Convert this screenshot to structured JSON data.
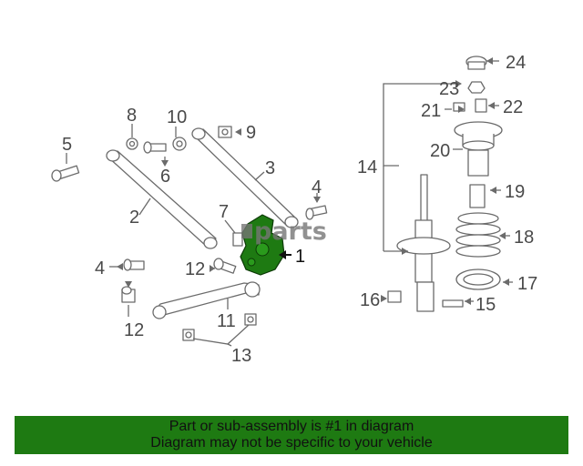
{
  "callouts": {
    "c1": "1",
    "c2": "2",
    "c3": "3",
    "c4a": "4",
    "c4b": "4",
    "c5": "5",
    "c6": "6",
    "c7": "7",
    "c8": "8",
    "c9": "9",
    "c10": "10",
    "c11": "11",
    "c12a": "12",
    "c12b": "12",
    "c13": "13",
    "c14": "14",
    "c15": "15",
    "c16": "16",
    "c17": "17",
    "c18": "18",
    "c19": "19",
    "c20": "20",
    "c21": "21",
    "c22": "22",
    "c23": "23",
    "c24": "24"
  },
  "highlighted_part": "1",
  "watermark": "parts",
  "colors": {
    "banner": "#1e7a12",
    "highlight": "#1e7a12",
    "linework": "#6b6b6b"
  },
  "banner": {
    "line1": "Part or sub-assembly is #1 in diagram",
    "line2": "Diagram may not be specific to your vehicle"
  }
}
